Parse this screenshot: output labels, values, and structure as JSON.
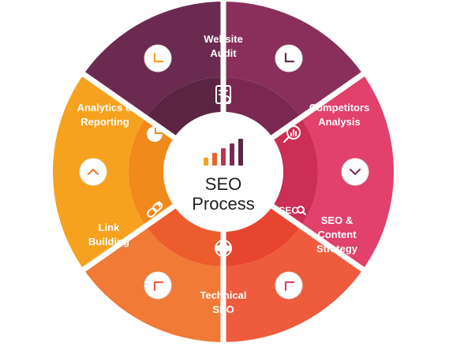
{
  "center": {
    "title_line1": "SEO",
    "title_line2": "Process",
    "bar_colors": [
      "#f7a21b",
      "#e8632c",
      "#c0334f",
      "#7a2b55",
      "#5a2745"
    ]
  },
  "segments": [
    {
      "id": "website-audit",
      "lines": [
        "Website",
        "Audit"
      ],
      "outer_color": "#f6a21e",
      "inner_color": "#f08a1a",
      "icon": "clipboard-icon",
      "arrow": "chevron-down-left"
    },
    {
      "id": "competitors-analysis",
      "lines": [
        "Competitors",
        "Analysis"
      ],
      "outer_color": "#6b2b50",
      "inner_color": "#5c2443",
      "icon": "magnify-chart-icon",
      "arrow": "chevron-down-left"
    },
    {
      "id": "seo-content-strategy",
      "lines": [
        "SEO &",
        "Content",
        "Strategy"
      ],
      "outer_color": "#8a2f5c",
      "inner_color": "#7a2852",
      "icon": "seo-search-icon",
      "icon_text": "SEO",
      "arrow": "chevron-down"
    },
    {
      "id": "technical-seo",
      "lines": [
        "Technical",
        "SEO"
      ],
      "outer_color": "#e1416a",
      "inner_color": "#cc2e55",
      "icon": "globe-seo-icon",
      "arrow": "chevron-up-left"
    },
    {
      "id": "link-building",
      "lines": [
        "Link",
        "Building"
      ],
      "outer_color": "#ef5b3d",
      "inner_color": "#e8452e",
      "icon": "chain-link-icon",
      "arrow": "chevron-up-left"
    },
    {
      "id": "analytics-reporting",
      "lines": [
        "Analytics &",
        "Reporting"
      ],
      "outer_color": "#f07a36",
      "inner_color": "#ec5c2c",
      "icon": "pie-chart-icon",
      "arrow": "chevron-up"
    }
  ]
}
